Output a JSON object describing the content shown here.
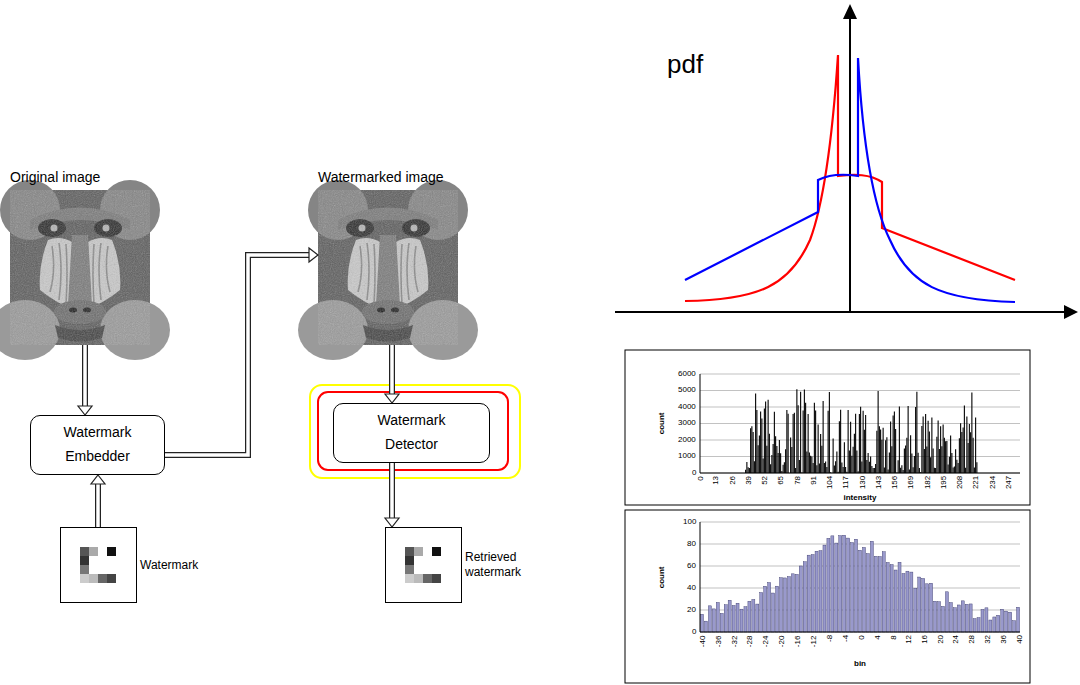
{
  "diagram": {
    "nodes": [
      {
        "text": [
          "Original image"
        ]
      },
      {
        "text": [
          "Watermarked image"
        ]
      },
      {
        "text": [
          "Watermark Embedder"
        ]
      },
      {
        "text": [
          "Watermark Detector"
        ]
      },
      {
        "text": [
          "Watermark"
        ]
      },
      {
        "text": [
          "Retrieved watermark"
        ]
      }
    ],
    "edges": [
      {
        "from": 0,
        "to": 2,
        "arrow": "to"
      },
      {
        "from": 4,
        "to": 2,
        "arrow": "to"
      },
      {
        "from": 2,
        "to": 1,
        "arrow": "to"
      },
      {
        "from": 1,
        "to": 3,
        "arrow": "to"
      },
      {
        "from": 3,
        "to": 5,
        "arrow": "to"
      }
    ],
    "labels": [
      "pdf",
      "6000",
      "5000",
      "4000",
      "3000",
      "2000",
      "1000",
      "0",
      "0",
      "13",
      "26",
      "39",
      "52",
      "65",
      "78",
      "91",
      "104",
      "117",
      "130",
      "143",
      "156",
      "169",
      "182",
      "195",
      "208",
      "221",
      "234",
      "247",
      "count",
      "intensity",
      "100",
      "80",
      "60",
      "40",
      "20",
      "0",
      "-40",
      "-36",
      "-32",
      "-28",
      "-24",
      "-20",
      "-16",
      "-12",
      "-8",
      "-4",
      "0",
      "4",
      "8",
      "12",
      "16",
      "20",
      "24",
      "28",
      "32",
      "36",
      "40",
      "count",
      "bin"
    ]
  }
}
